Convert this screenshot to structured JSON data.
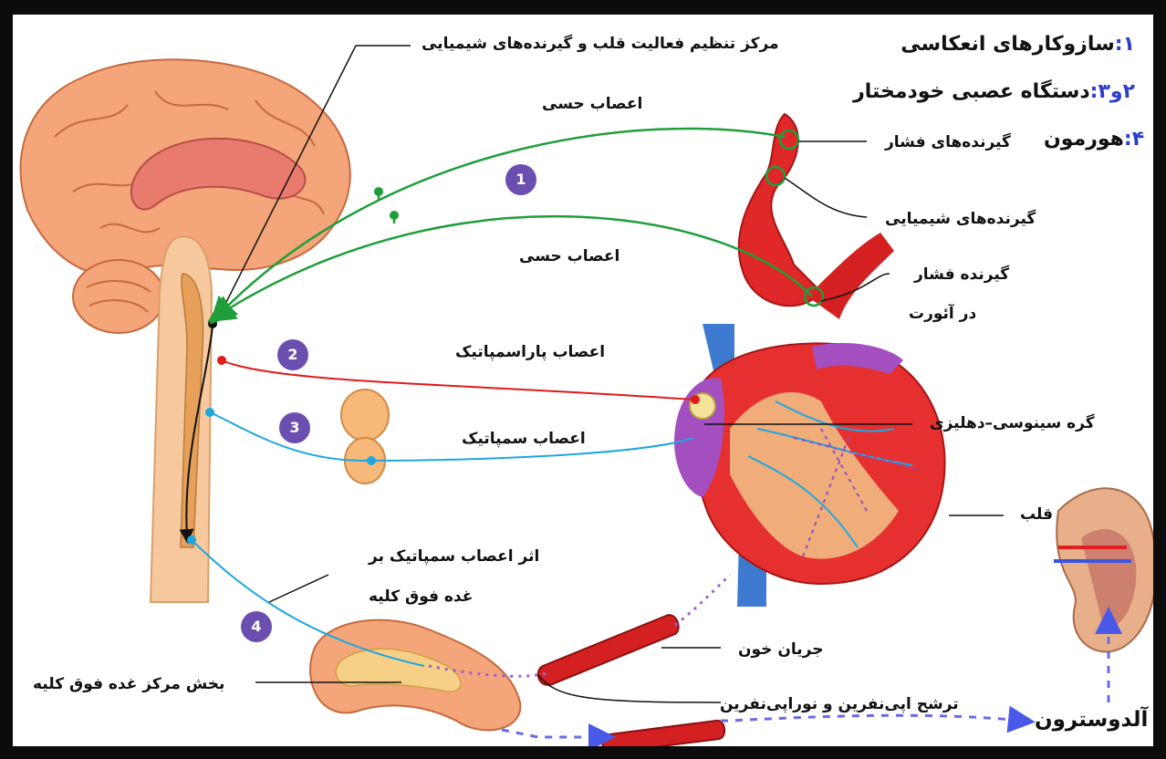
{
  "legend": {
    "item1": {
      "num": "۱:",
      "text": "سازوکارهای انعکاسی"
    },
    "item23": {
      "num": "۲و۳:",
      "text": "دستگاه عصبی خودمختار"
    },
    "item4": {
      "num": "۴:",
      "text": "هورمون"
    }
  },
  "labels": {
    "control_center": "مرکز تنظیم فعالیت قلب و گیرنده‌های شیمیایی",
    "sensory_nerves_top": "اعصاب حسی",
    "sensory_nerves_bottom": "اعصاب حسی",
    "pressure_receptors": "گیرنده‌های فشار",
    "chemo_receptors": "گیرنده‌های شیمیایی",
    "aortic_pressure_1": "گیرنده فشار",
    "aortic_pressure_2": "در آئورت",
    "parasympathetic": "اعصاب پاراسمپاتیک",
    "sympathetic": "اعصاب سمپاتیک",
    "sa_node": "گره سینوسی–دهلیزی",
    "heart": "قلب",
    "adrenal_effect_1": "اثر اعصاب سمپاتیک بر",
    "adrenal_effect_2": "غده فوق کلیه",
    "blood_flow": "جریان خون",
    "adrenal_medulla": "بخش مرکز غده فوق کلیه",
    "secretion": "ترشح اپی‌نفرین و نوراپی‌نفرین",
    "aldosterone": "آلدوسترون"
  },
  "badges": [
    "1",
    "2",
    "3",
    "4"
  ],
  "colors": {
    "sensory": "#1f9e3a",
    "parasympathetic": "#e01b1b",
    "sympathetic": "#1ea6e0",
    "badge": "#6b4fb0",
    "hormone": "#6a6ae8",
    "frame": "#0c0c0c"
  }
}
